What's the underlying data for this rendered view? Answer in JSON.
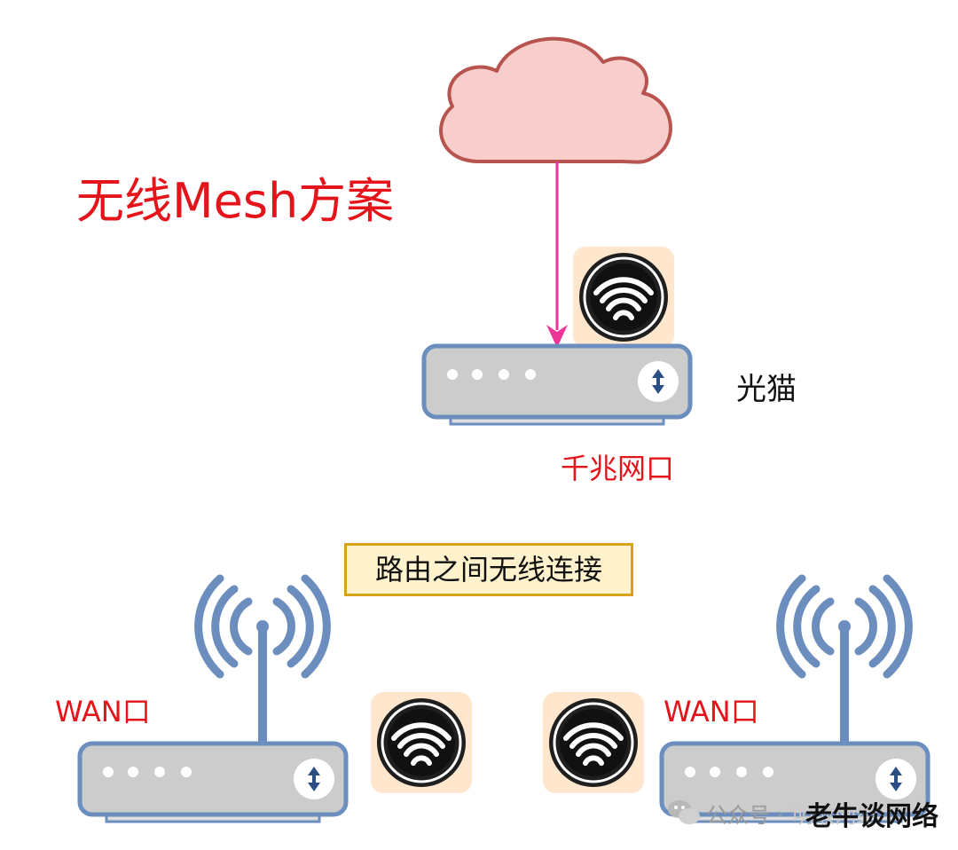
{
  "title": "无线Mesh方案",
  "modem": {
    "label": "光猫",
    "port_label": "千兆网口"
  },
  "connection_label": "路由之间无线连接",
  "router_left": {
    "wan_label": "WAN口"
  },
  "router_right": {
    "wan_label": "WAN口"
  },
  "watermark": {
    "text": "公众号 ·",
    "faded": "明敢网络",
    "brand": "老牛谈网络"
  },
  "colors": {
    "cloud_fill": "#f8cecc",
    "cloud_stroke": "#b85450",
    "link_arrow": "#ee3399",
    "device_body": "#cccccc",
    "device_border": "#6c8ebf",
    "wifi_badge_bg": "#ffe6cc",
    "label_red": "#e5141b",
    "callout_fill": "#fff2cc",
    "callout_stroke": "#d8a31c"
  },
  "icons": [
    "cloud-icon",
    "wifi-badge-icon",
    "antenna-icon",
    "signal-arrow-icon",
    "wechat-icon"
  ]
}
